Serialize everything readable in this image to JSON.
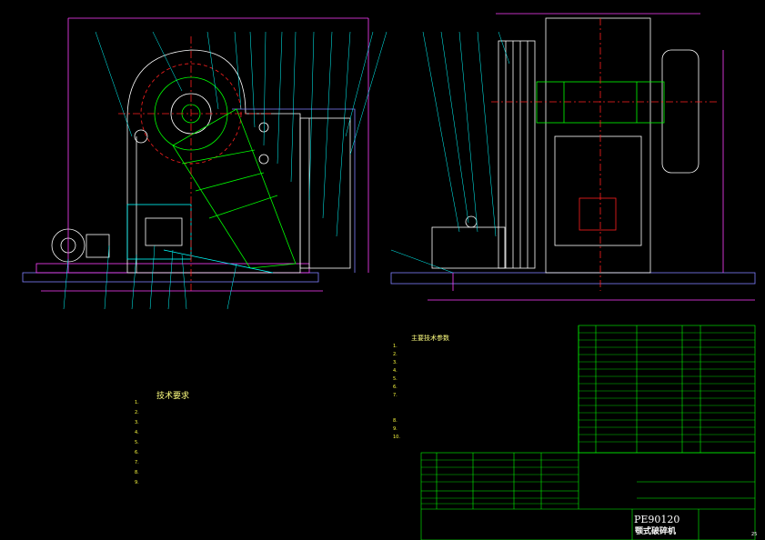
{
  "drawing": {
    "model": "PE90120",
    "name": "颚式破碎机",
    "sheet_mark": "25"
  },
  "notes": {
    "title": "技术要求",
    "lines": [
      "1.",
      "2.",
      "3.",
      "4.",
      "5.",
      "6.",
      "7.",
      "8.",
      "9."
    ]
  },
  "params": {
    "title": "主要技术参数",
    "lines": [
      "1.",
      "2.",
      "3.",
      "4.",
      "5.",
      "6.",
      "7.",
      "8.",
      "9.",
      "10."
    ]
  },
  "colors": {
    "background": "#000000",
    "outline": "#ffffff",
    "centerline": "#ff2020",
    "dimension": "#ff40ff",
    "frame": "#8080ff",
    "table": "#00ff00",
    "leader": "#00ffff",
    "text": "#ffff40"
  }
}
